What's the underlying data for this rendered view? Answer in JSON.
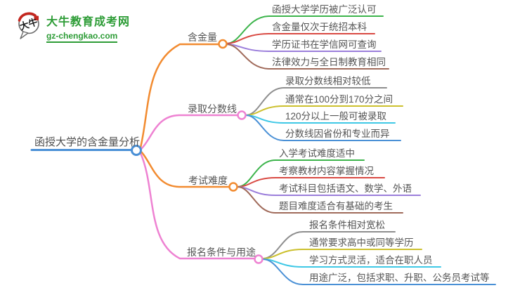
{
  "logo": {
    "icon_text": "大牛",
    "title": "大牛教育成考网",
    "subtitle": "gz-chengkao.com",
    "brand_green": "#2d9c36",
    "seal_red": "#c4271f"
  },
  "root": {
    "label": "函授大学的含金量分析",
    "color": "#4a90d6"
  },
  "branches": [
    {
      "label": "含金量",
      "color": "#f28b30",
      "children": [
        {
          "label": "函授大学学历被广泛认可",
          "color": "#3cb44b"
        },
        {
          "label": "含金量仅次于统招本科",
          "color": "#d94a43"
        },
        {
          "label": "学历证书在学信网可查询",
          "color": "#9b7edb"
        },
        {
          "label": "法律效力与全日制教育相同",
          "color": "#a06a5a"
        }
      ]
    },
    {
      "label": "录取分数线",
      "color": "#ee82d2",
      "children": [
        {
          "label": "录取分数线相对较低",
          "color": "#8e8e8e"
        },
        {
          "label": "通常在100分到170分之间",
          "color": "#ccc02e"
        },
        {
          "label": "120分以上一般可被录取",
          "color": "#3fc8e6"
        },
        {
          "label": "分数线因省份和专业而异",
          "color": "#4a90d6"
        }
      ]
    },
    {
      "label": "考试难度",
      "color": "#f28b30",
      "children": [
        {
          "label": "入学考试难度适中",
          "color": "#3cb44b"
        },
        {
          "label": "考察教材内容掌握情况",
          "color": "#d94a43"
        },
        {
          "label": "考试科目包括语文、数学、外语",
          "color": "#9b7edb"
        },
        {
          "label": "题目难度适合有基础的考生",
          "color": "#a06a5a"
        }
      ]
    },
    {
      "label": "报名条件与用途",
      "color": "#ee82d2",
      "children": [
        {
          "label": "报名条件相对宽松",
          "color": "#8e8e8e"
        },
        {
          "label": "通常要求高中或同等学历",
          "color": "#ccc02e"
        },
        {
          "label": "学习方式灵活，适合在职人员",
          "color": "#3fc8e6"
        },
        {
          "label": "用途广泛，包括求职、升职、公务员考试等",
          "color": "#4a90d6"
        }
      ]
    }
  ]
}
